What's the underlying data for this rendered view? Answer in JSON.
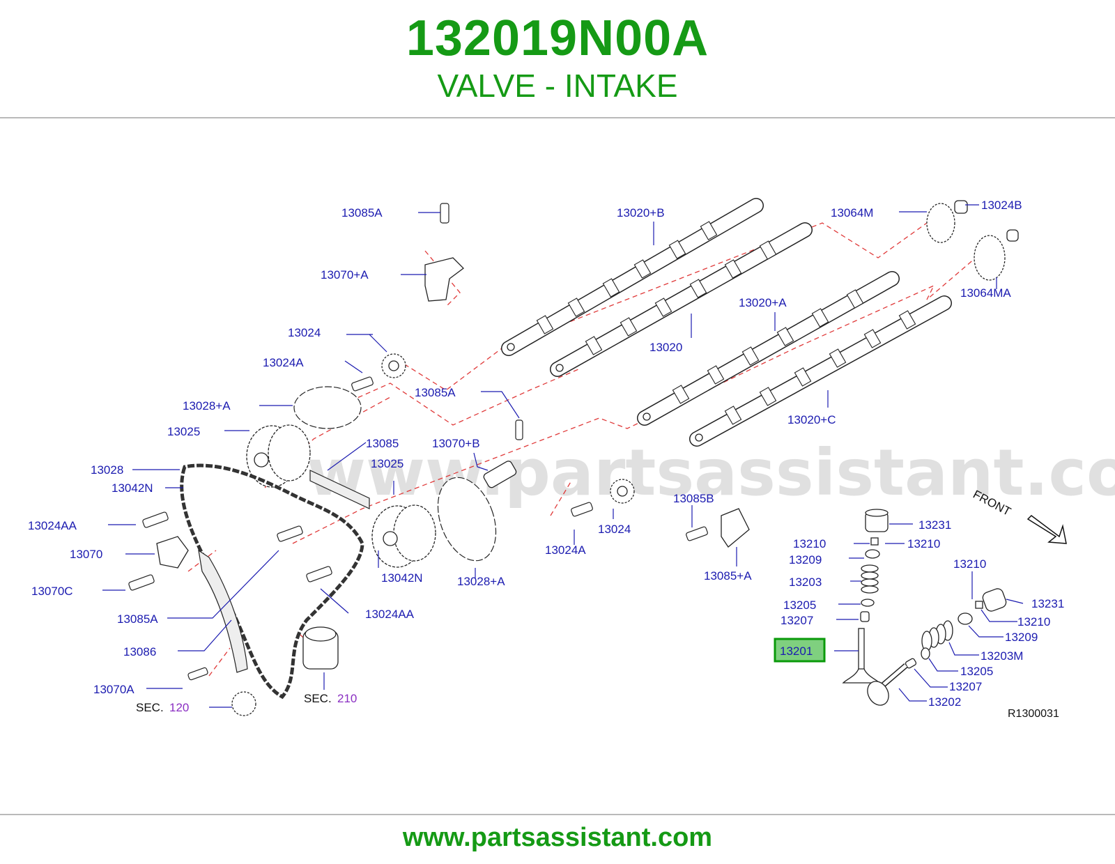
{
  "header": {
    "part_number": "132019N00A",
    "part_name": "VALVE - INTAKE"
  },
  "diagram": {
    "watermark": "www.partsassistant.com",
    "front_label": "FRONT",
    "ref_code": "R1300031",
    "highlight_label": "13201",
    "sec_prefix": "SEC.",
    "sec_120": "120",
    "sec_210": "210",
    "labels": {
      "l_13085A_top": "13085A",
      "l_13070A_plus": "13070+A",
      "l_13020B": "13020+B",
      "l_13064M": "13064M",
      "l_13024B": "13024B",
      "l_13064MA": "13064MA",
      "l_13020A": "13020+A",
      "l_13020": "13020",
      "l_13020C": "13020+C",
      "l_13024_left": "13024",
      "l_13024A_left": "13024A",
      "l_13085A_mid": "13085A",
      "l_13028A_top": "13028+A",
      "l_13025_left": "13025",
      "l_13085": "13085",
      "l_13070B": "13070+B",
      "l_13025_mid": "13025",
      "l_13028": "13028",
      "l_13042N_left": "13042N",
      "l_13024AA_left": "13024AA",
      "l_13070": "13070",
      "l_13070C": "13070C",
      "l_13085A_low": "13085A",
      "l_13086": "13086",
      "l_13070A": "13070A",
      "l_13042N_mid": "13042N",
      "l_13028A_low": "13028+A",
      "l_13024AA_mid": "13024AA",
      "l_13024_right": "13024",
      "l_13024A_right": "13024A",
      "l_13085B": "13085B",
      "l_13085A_right": "13085+A",
      "l_13231_a": "13231",
      "l_13210_a": "13210",
      "l_13210_b": "13210",
      "l_13209_a": "13209",
      "l_13203": "13203",
      "l_13205_a": "13205",
      "l_13207_a": "13207",
      "l_13210_c": "13210",
      "l_13231_b": "13231",
      "l_13210_d": "13210",
      "l_13209_b": "13209",
      "l_13203M": "13203M",
      "l_13205_b": "13205",
      "l_13207_b": "13207",
      "l_13202": "13202"
    }
  },
  "footer": {
    "url": "www.partsassistant.com"
  },
  "colors": {
    "brand_green": "#159a15",
    "label_blue": "#1b1bb0",
    "sec_purple": "#8a2ec2",
    "highlight_fill": "#7fd07f",
    "highlight_border": "#0a9a0a",
    "dashed_red": "#e03a3a"
  }
}
